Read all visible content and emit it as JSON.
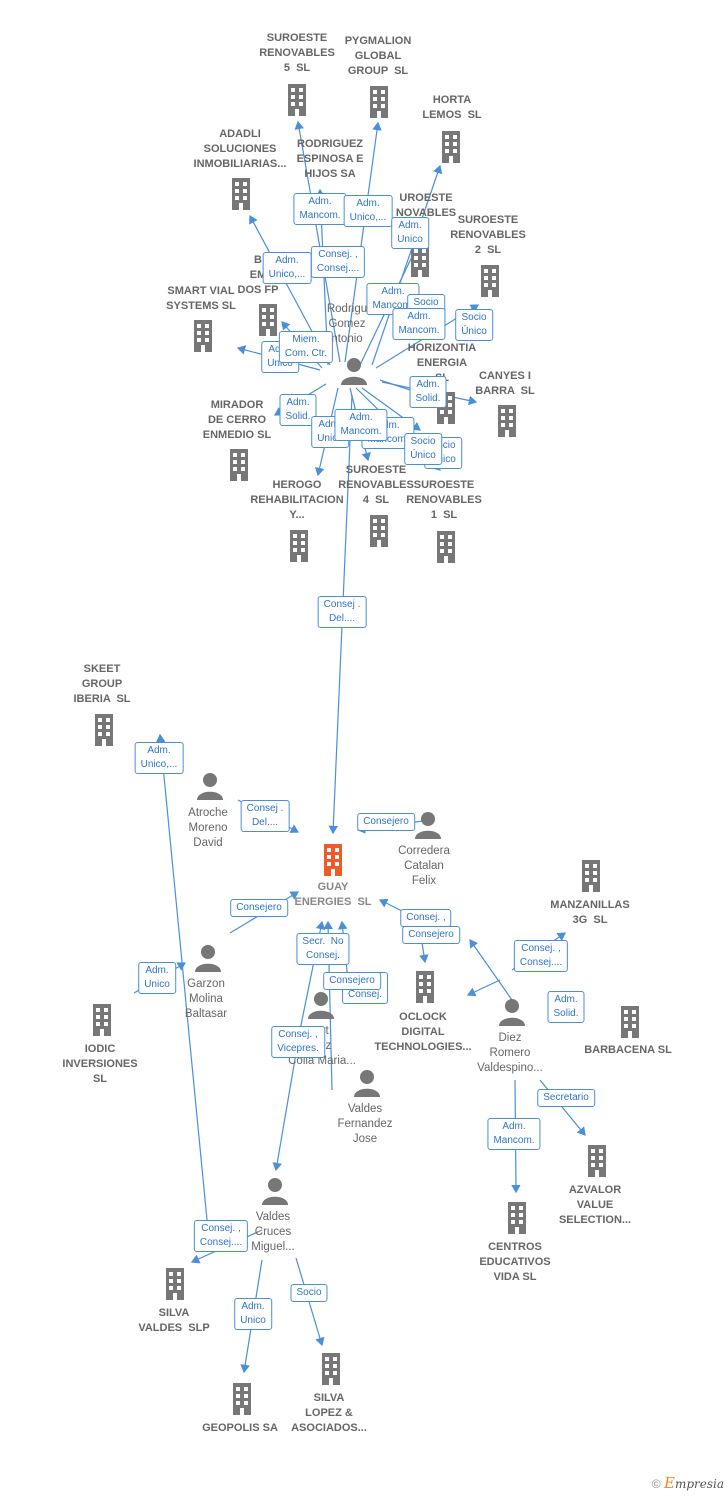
{
  "companies": [
    {
      "id": "c_suroeste5",
      "label": "SUROESTE\nRENOVABLES\n5  SL"
    },
    {
      "id": "c_pygmalion",
      "label": "PYGMALION\nGLOBAL\nGROUP  SL"
    },
    {
      "id": "c_horta",
      "label": "HORTA\nLEMOS  SL"
    },
    {
      "id": "c_adadli",
      "label": "ADADLI\nSOLUCIONES\nINMOBILIARIAS..."
    },
    {
      "id": "c_rodriguez",
      "label": "RODRIGUEZ\nESPINOSA E\nHIJOS SA"
    },
    {
      "id": "c_suroesteren",
      "label": "UROESTE\nNOVABLES"
    },
    {
      "id": "c_suroeste2",
      "label": "SUROESTE\nRENOVABLES\n2  SL"
    },
    {
      "id": "c_bem",
      "label": "B\nEM\nDOS FP"
    },
    {
      "id": "c_smartvial",
      "label": "SMART VIAL\nSYSTEMS SL"
    },
    {
      "id": "c_horizontia",
      "label": "HORIZONTIA\nENERGIA\nSL"
    },
    {
      "id": "c_canyes",
      "label": "CANYES I\nBARRA  SL"
    },
    {
      "id": "c_mirador",
      "label": "MIRADOR\nDE CERRO\nENMEDIO SL"
    },
    {
      "id": "c_herogo",
      "label": "HEROGO\nREHABILITACION\nY..."
    },
    {
      "id": "c_suroeste4",
      "label": "SUROESTE\nRENOVABLES\n4  SL"
    },
    {
      "id": "c_suroeste1",
      "label": "SUROESTE\nRENOVABLES\n1  SL"
    },
    {
      "id": "c_skeet",
      "label": "SKEET\nGROUP\nIBERIA  SL"
    },
    {
      "id": "c_guay",
      "label": "GUAY\nENERGIES  SL"
    },
    {
      "id": "c_manzanillas",
      "label": "MANZANILLAS\n3G  SL"
    },
    {
      "id": "c_oclock",
      "label": "OCLOCK\nDIGITAL\nTECHNOLOGIES..."
    },
    {
      "id": "c_iodic",
      "label": "IODIC\nINVERSIONES\nSL"
    },
    {
      "id": "c_barbacena",
      "label": "BARBACENA SL"
    },
    {
      "id": "c_azvalor",
      "label": "AZVALOR\nVALUE\nSELECTION..."
    },
    {
      "id": "c_centros",
      "label": "CENTROS\nEDUCATIVOS\nVIDA SL"
    },
    {
      "id": "c_silva_valdes",
      "label": "SILVA\nVALDES  SLP"
    },
    {
      "id": "c_geopolis",
      "label": "GEOPOLIS SA"
    },
    {
      "id": "c_silva_lopez",
      "label": "SILVA\nLOPEZ &\nASOCIADOS..."
    }
  ],
  "persons": [
    {
      "id": "p_rodriguez",
      "label": "Rodrigu\nGomez\nntonio"
    },
    {
      "id": "p_atroche",
      "label": "Atroche\nMoreno\nDavid"
    },
    {
      "id": "p_corredera",
      "label": "Corredera\nCatalan\nFelix"
    },
    {
      "id": "p_garzon",
      "label": "Garzon\nMolina\nBaltasar"
    },
    {
      "id": "p_colla",
      "label": "art\ndez\nColla Maria..."
    },
    {
      "id": "p_valdes_fj",
      "label": "Valdes\nFernandez\nJose"
    },
    {
      "id": "p_diez",
      "label": "Diez\nRomero\nValdespino..."
    },
    {
      "id": "p_valdes_cm",
      "label": "Valdes\nCruces\nMiguel..."
    }
  ],
  "relations": [
    {
      "id": "r1",
      "label": "Adm.\nMancom."
    },
    {
      "id": "r2",
      "label": "Adm.\nUnico,..."
    },
    {
      "id": "r3",
      "label": "Adm.\nUnico"
    },
    {
      "id": "r4",
      "label": "Adm.\nUnico,..."
    },
    {
      "id": "r5",
      "label": "Consej. ,\nConsej...."
    },
    {
      "id": "r6",
      "label": "Adm.\nMancom."
    },
    {
      "id": "r7",
      "label": "Socio\nÚnico"
    },
    {
      "id": "r8",
      "label": "Adm.\nMancom."
    },
    {
      "id": "r9",
      "label": "Socio\nÚnico"
    },
    {
      "id": "r10",
      "label": "Miem.\nCom. Ctr."
    },
    {
      "id": "r11",
      "label": "Adm.\nUnico"
    },
    {
      "id": "r12",
      "label": "Adm.\nSolid."
    },
    {
      "id": "r13",
      "label": "Adm.\nSolid."
    },
    {
      "id": "r14",
      "label": "Adm.\nUnico"
    },
    {
      "id": "r15",
      "label": "Adm.\nMancom."
    },
    {
      "id": "r16",
      "label": "Adm.\nMancom."
    },
    {
      "id": "r17",
      "label": "Socio\nÚnico"
    },
    {
      "id": "r18",
      "label": "Socio\nÚnico"
    },
    {
      "id": "r19",
      "label": "Consej .\nDel...."
    },
    {
      "id": "r20",
      "label": "Adm.\nUnico,..."
    },
    {
      "id": "r21",
      "label": "Consej .\nDel...."
    },
    {
      "id": "r22",
      "label": "Consejero"
    },
    {
      "id": "r23",
      "label": "Consejero"
    },
    {
      "id": "r24",
      "label": "Consej. ,"
    },
    {
      "id": "r25",
      "label": "Consejero"
    },
    {
      "id": "r26",
      "label": "Secr.  No\nConsej."
    },
    {
      "id": "r27",
      "label": "Adm.\nUnico"
    },
    {
      "id": "r28",
      "label": "Consej. ,\nConsej...."
    },
    {
      "id": "r29",
      "label": "Adm.\nSolid."
    },
    {
      "id": "r30",
      "label": "Consejero"
    },
    {
      "id": "r31",
      "label": "o\nConsej."
    },
    {
      "id": "r32",
      "label": "Consej. ,\nVicepres."
    },
    {
      "id": "r33",
      "label": "Secretario"
    },
    {
      "id": "r34",
      "label": "Adm.\nMancom."
    },
    {
      "id": "r35",
      "label": "Consej. ,\nConsej...."
    },
    {
      "id": "r36",
      "label": "Adm.\nUnico"
    },
    {
      "id": "r37",
      "label": "Socio"
    }
  ],
  "colors": {
    "edge": "#4a8fd9",
    "building": "#777777",
    "main": "#f05a28",
    "person": "#777777"
  },
  "footer": {
    "copyright": "©",
    "brand_initial": "E",
    "brand_rest": "mpresia"
  }
}
